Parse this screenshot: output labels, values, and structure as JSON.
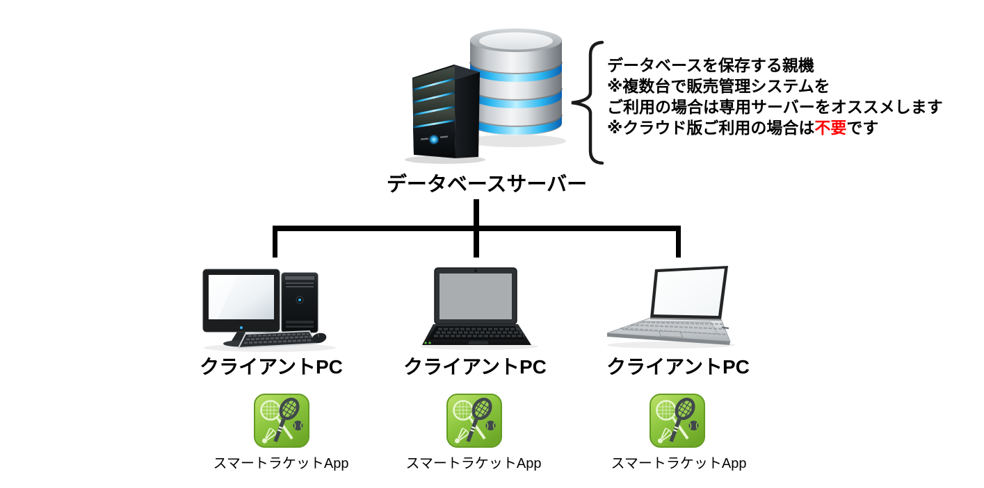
{
  "diagram": {
    "server": {
      "icon": "database-server-icon",
      "label": "データベースサーバー",
      "annotation": {
        "line1": "データベースを保存する親機",
        "line2": "※複数台で販売管理システムを",
        "line3": "ご利用の場合は専用サーバーをオススメします",
        "line4_prefix": "※クラウド版ご利用の場合は",
        "line4_emphasis": "不要",
        "line4_suffix": "です"
      }
    },
    "clients": [
      {
        "device_icon": "desktop-pc-icon",
        "label": "クライアントPC",
        "app_icon": "racket-app-icon",
        "app_label": "スマートラケットApp"
      },
      {
        "device_icon": "laptop-front-icon",
        "label": "クライアントPC",
        "app_icon": "racket-app-icon",
        "app_label": "スマートラケットApp"
      },
      {
        "device_icon": "laptop-angled-icon",
        "label": "クライアントPC",
        "app_icon": "racket-app-icon",
        "app_label": "スマートラケットApp"
      }
    ],
    "colors": {
      "connector": "#000000",
      "emphasis_red": "#FF0000",
      "app_icon_green": "#8CC63F",
      "led_blue": "#2FB4F0"
    }
  }
}
